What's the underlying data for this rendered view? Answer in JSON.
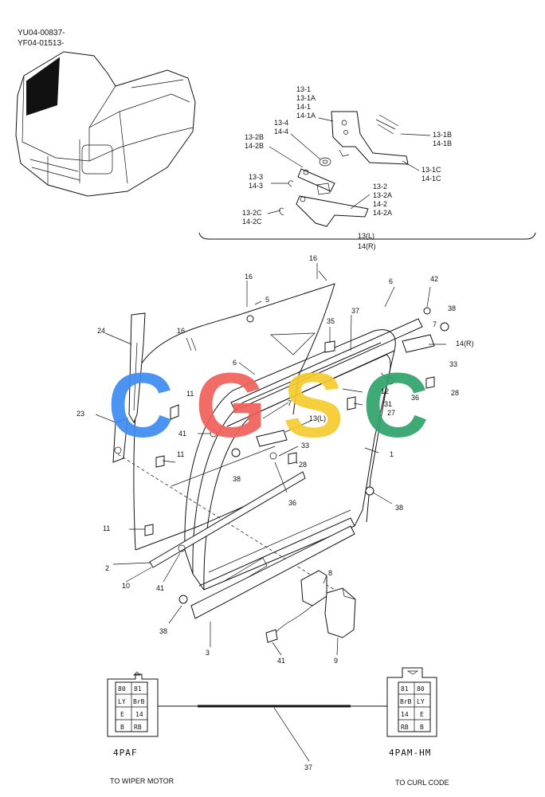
{
  "doc_codes": [
    "YU04-00837-",
    "YF04-01513-"
  ],
  "callouts": {
    "c13_1": "13-1",
    "c13_1a": "13-1A",
    "c14_1": "14-1",
    "c14_1a": "14-1A",
    "c13_4": "13-4",
    "c14_4": "14-4",
    "c13_2b": "13-2B",
    "c14_2b": "14-2B",
    "c13_1b": "13-1B",
    "c14_1b": "14-1B",
    "c13_1c": "13-1C",
    "c14_1c": "14-1C",
    "c13_3": "13-3",
    "c14_3": "14-3",
    "c13_2": "13-2",
    "c13_2a": "13-2A",
    "c14_2": "14-2",
    "c14_2a": "14-2A",
    "c13_2c": "13-2C",
    "c14_2c": "14-2C",
    "c13l": "13(L)",
    "c14r": "14(R)",
    "n16a": "16",
    "n16b": "16",
    "n16c": "16",
    "n5": "5",
    "n6a": "6",
    "n6b": "6",
    "n37": "37",
    "n42": "42",
    "n38a": "38",
    "n7a": "7",
    "n14r": "14(R)",
    "n35": "35",
    "n24": "24",
    "n33a": "33",
    "n28a": "28",
    "n12": "12",
    "n36a": "36",
    "n11a": "11",
    "n31": "31",
    "n27": "27",
    "n7b": "7",
    "n13l": "13(L)",
    "n23": "23",
    "n41a": "41",
    "n33b": "33",
    "n1": "1",
    "n11b": "11",
    "n28b": "28",
    "n38b": "38",
    "n36b": "36",
    "n38c": "38",
    "n11c": "11",
    "n2": "2",
    "n10": "10",
    "n41b": "41",
    "n8": "8",
    "n38d": "38",
    "n3": "3",
    "n41c": "41",
    "n9": "9",
    "n37b": "37"
  },
  "connector_left": {
    "name": "4PAF",
    "caption": "TO WIPER MOTOR",
    "cells": [
      [
        "80",
        "81"
      ],
      [
        "LY",
        "BrB"
      ],
      [
        "E",
        "14"
      ],
      [
        "B",
        "RB"
      ]
    ]
  },
  "connector_right": {
    "name": "4PAM-HM",
    "caption": "TO CURL CODE",
    "cells": [
      [
        "81",
        "80"
      ],
      [
        "BrB",
        "LY"
      ],
      [
        "14",
        "E"
      ],
      [
        "RB",
        "B"
      ]
    ]
  },
  "watermark": {
    "letters": [
      "C",
      "G",
      "S",
      "C"
    ],
    "colors": [
      "#3d8cf0",
      "#f0605a",
      "#f5cb2e",
      "#2fa36a"
    ]
  }
}
